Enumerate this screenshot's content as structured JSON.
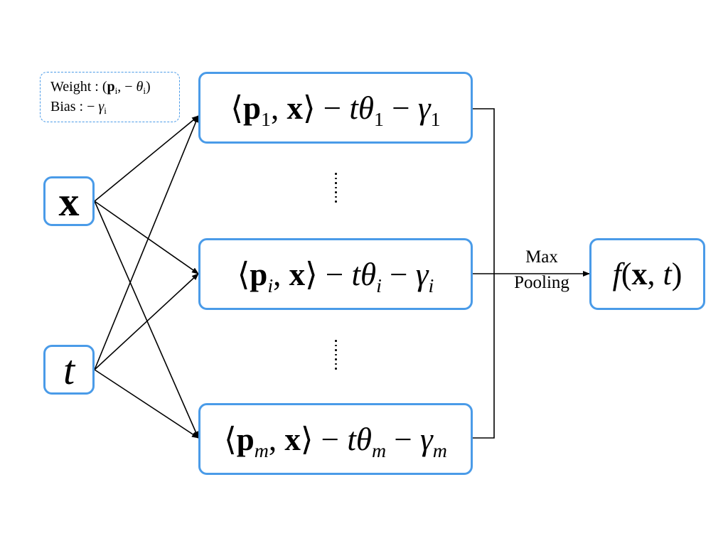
{
  "annotation": {
    "weight_label": "Weight : (",
    "weight_p": "p",
    "weight_p_sub": "i",
    "weight_mid": ", −",
    "weight_theta": "θ",
    "weight_theta_sub": "i",
    "weight_close": ")",
    "bias_label": "Bias : −",
    "bias_gamma": "γ",
    "bias_gamma_sub": "i"
  },
  "inputs": {
    "x": "x",
    "t": "t"
  },
  "neurons": [
    {
      "lang": "⟨",
      "p": "p",
      "sub": "1",
      "comma": ", ",
      "x": "x",
      "rang": "⟩ − ",
      "t": "t",
      "theta": "θ",
      "theta_sub": "1",
      "minus": " − ",
      "gamma": "γ",
      "gamma_sub": "1"
    },
    {
      "lang": "⟨",
      "p": "p",
      "sub": "i",
      "comma": ", ",
      "x": "x",
      "rang": "⟩ − ",
      "t": "t",
      "theta": "θ",
      "theta_sub": "i",
      "minus": " − ",
      "gamma": "γ",
      "gamma_sub": "i"
    },
    {
      "lang": "⟨",
      "p": "p",
      "sub": "m",
      "comma": ", ",
      "x": "x",
      "rang": "⟩ − ",
      "t": "t",
      "theta": "θ",
      "theta_sub": "m",
      "minus": " − ",
      "gamma": "γ",
      "gamma_sub": "m"
    }
  ],
  "pooling": {
    "line1": "Max",
    "line2": "Pooling"
  },
  "output": {
    "f": "f",
    "open": "(",
    "x": "x",
    "comma": ", ",
    "t": "t",
    "close": ")"
  },
  "colors": {
    "box_border": "#4a9be8",
    "edge": "#000000"
  }
}
